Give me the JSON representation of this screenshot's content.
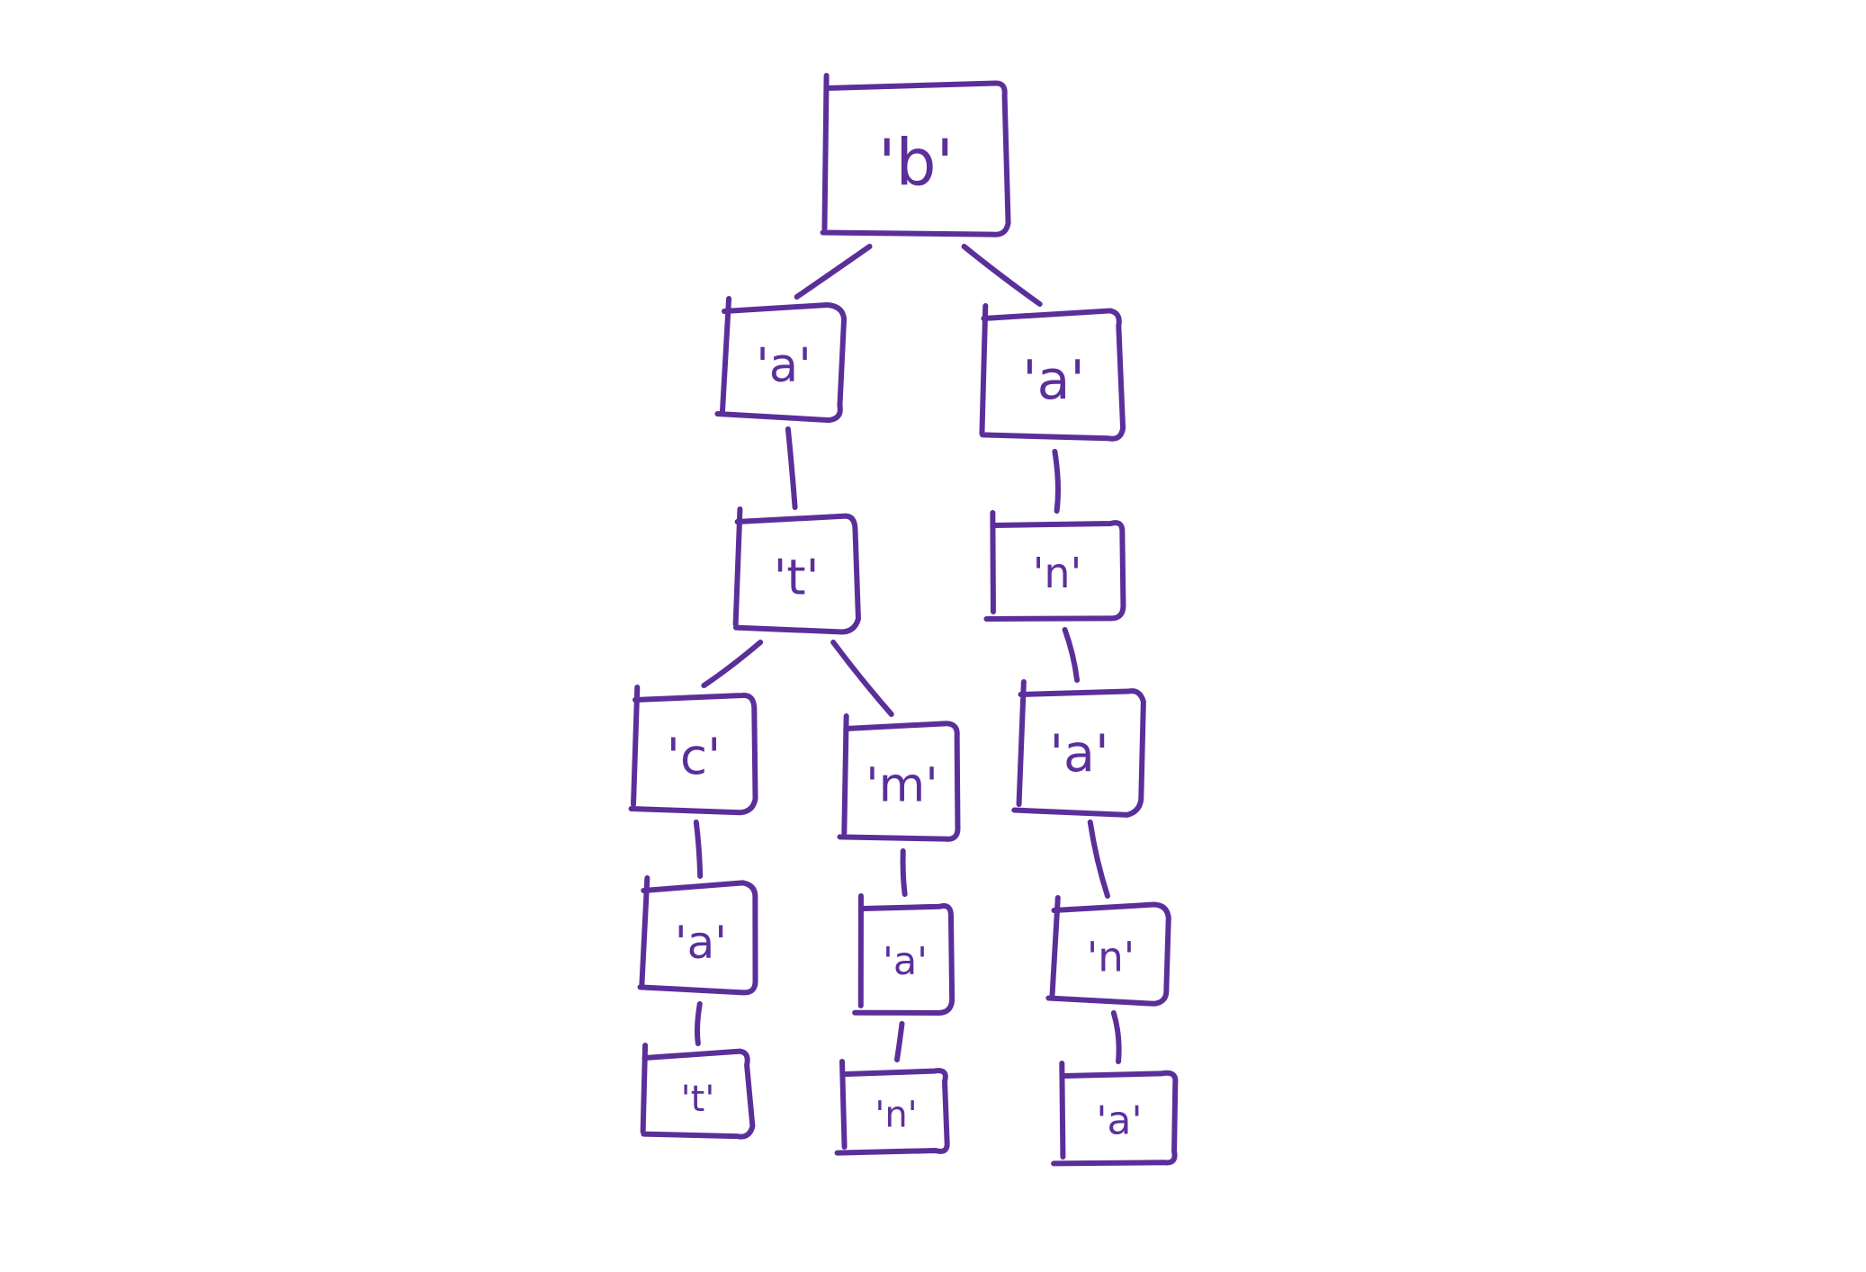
{
  "style": {
    "ink": "#5b2f9a",
    "background": "#ffffff"
  },
  "tree": {
    "nodes": [
      {
        "id": "root",
        "label": "'b'"
      },
      {
        "id": "a1",
        "label": "'a'"
      },
      {
        "id": "t1",
        "label": "'t'"
      },
      {
        "id": "c1",
        "label": "'c'"
      },
      {
        "id": "a2",
        "label": "'a'"
      },
      {
        "id": "t2",
        "label": "'t'"
      },
      {
        "id": "m1",
        "label": "'m'"
      },
      {
        "id": "a3",
        "label": "'a'"
      },
      {
        "id": "n1",
        "label": "'n'"
      },
      {
        "id": "a4",
        "label": "'a'"
      },
      {
        "id": "n2",
        "label": "'n'"
      },
      {
        "id": "a5",
        "label": "'a'"
      },
      {
        "id": "n3",
        "label": "'n'"
      },
      {
        "id": "a6",
        "label": "'a'"
      }
    ],
    "edges": [
      {
        "from": "root",
        "to": "a1"
      },
      {
        "from": "root",
        "to": "a4"
      },
      {
        "from": "a1",
        "to": "t1"
      },
      {
        "from": "t1",
        "to": "c1"
      },
      {
        "from": "t1",
        "to": "m1"
      },
      {
        "from": "c1",
        "to": "a2"
      },
      {
        "from": "a2",
        "to": "t2"
      },
      {
        "from": "m1",
        "to": "a3"
      },
      {
        "from": "a3",
        "to": "n1"
      },
      {
        "from": "a4",
        "to": "n2"
      },
      {
        "from": "n2",
        "to": "a5"
      },
      {
        "from": "a5",
        "to": "n3"
      },
      {
        "from": "n3",
        "to": "a6"
      }
    ]
  }
}
